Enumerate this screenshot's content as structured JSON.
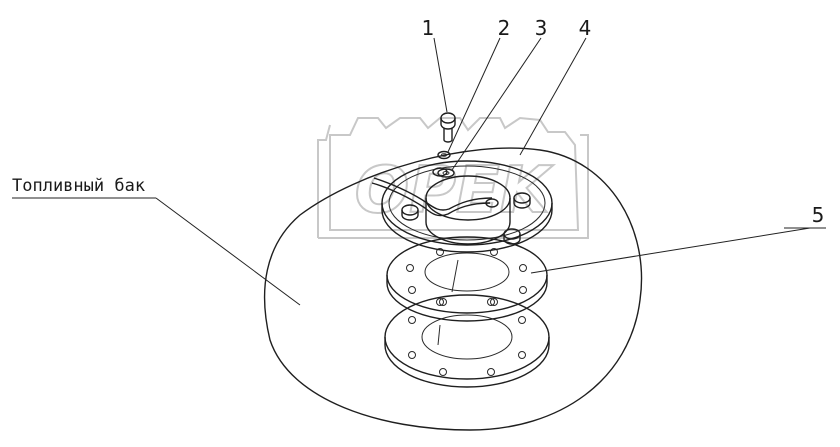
{
  "callouts": {
    "c1": "1",
    "c2": "2",
    "c3": "3",
    "c4": "4",
    "c5": "5"
  },
  "labels": {
    "tank": "Топливный бак"
  },
  "watermark": {
    "text": "OPEK"
  },
  "colors": {
    "ink": "#1f1f1f",
    "watermark": "#c8c8c8",
    "background": "#ffffff"
  }
}
